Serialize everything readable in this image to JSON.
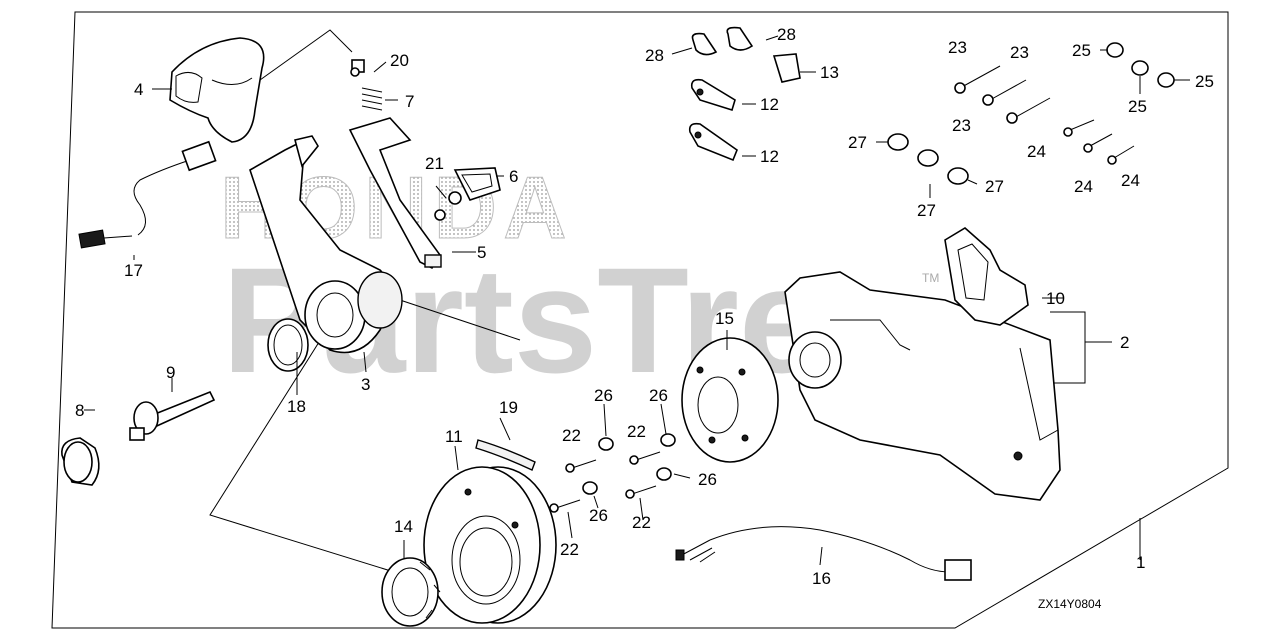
{
  "watermark": {
    "brand": "HONDA",
    "site": "PartsTree",
    "tm": "TM"
  },
  "diagram_code": "ZX14Y0804",
  "callouts": {
    "c1": "1",
    "c2": "2",
    "c3": "3",
    "c4": "4",
    "c5": "5",
    "c6": "6",
    "c7": "7",
    "c8": "8",
    "c9": "9",
    "c10": "10",
    "c11": "11",
    "c12a": "12",
    "c12b": "12",
    "c13": "13",
    "c14": "14",
    "c15": "15",
    "c16": "16",
    "c17": "17",
    "c18": "18",
    "c19": "19",
    "c20": "20",
    "c21": "21",
    "c22a": "22",
    "c22b": "22",
    "c22c": "22",
    "c22d": "22",
    "c23a": "23",
    "c23b": "23",
    "c23c": "23",
    "c24a": "24",
    "c24b": "24",
    "c24c": "24",
    "c25a": "25",
    "c25b": "25",
    "c25c": "25",
    "c26a": "26",
    "c26b": "26",
    "c26c": "26",
    "c26d": "26",
    "c27a": "27",
    "c27b": "27",
    "c27c": "27",
    "c28a": "28",
    "c28b": "28"
  }
}
